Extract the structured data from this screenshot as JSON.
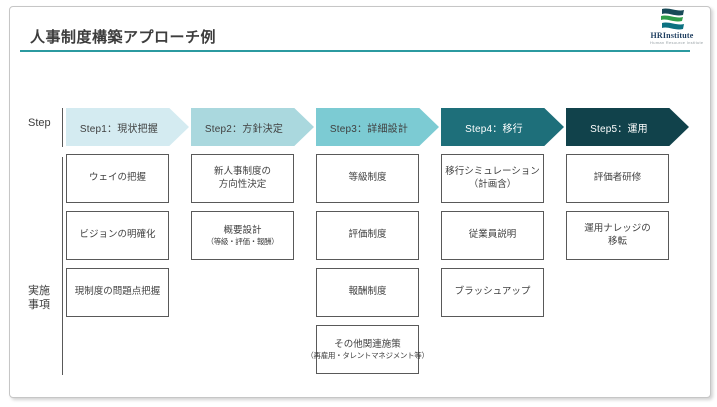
{
  "title": "人事制度構築アプローチ例",
  "logo": {
    "name": "HRInstitute",
    "tagline": "Human Resource Institute"
  },
  "row_labels": {
    "step": "Step",
    "items": "実施\n事項"
  },
  "colors": {
    "accent_rule": "#2b9aa0",
    "box_border": "#595959",
    "divider": "#595959",
    "text": "#404040"
  },
  "steps": [
    {
      "label": "Step1：現状把握",
      "fill": "#d4ebf1",
      "text_color": "#404040",
      "items": [
        {
          "text": "ウェイの把握"
        },
        {
          "text": "ビジョンの明確化"
        },
        {
          "text": "現制度の問題点把握"
        }
      ]
    },
    {
      "label": "Step2：方針決定",
      "fill": "#aad8de",
      "text_color": "#404040",
      "items": [
        {
          "text": "新人事制度の\n方向性決定"
        },
        {
          "text": "概要設計",
          "sub": "（等級・評価・報酬）"
        }
      ]
    },
    {
      "label": "Step3：詳細設計",
      "fill": "#7ccbd3",
      "text_color": "#404040",
      "items": [
        {
          "text": "等級制度"
        },
        {
          "text": "評価制度"
        },
        {
          "text": "報酬制度"
        },
        {
          "text": "その他関連施策",
          "sub": "（再雇用・タレントマネジメント等）"
        }
      ]
    },
    {
      "label": "Step4：移行",
      "fill": "#1e6f7a",
      "text_color": "#ffffff",
      "items": [
        {
          "text": "移行シミュレーション\n（計画含）"
        },
        {
          "text": "従業員説明"
        },
        {
          "text": "ブラッシュアップ"
        }
      ]
    },
    {
      "label": "Step5：運用",
      "fill": "#11424b",
      "text_color": "#ffffff",
      "items": [
        {
          "text": "評価者研修"
        },
        {
          "text": "運用ナレッジの\n移転"
        }
      ]
    }
  ]
}
